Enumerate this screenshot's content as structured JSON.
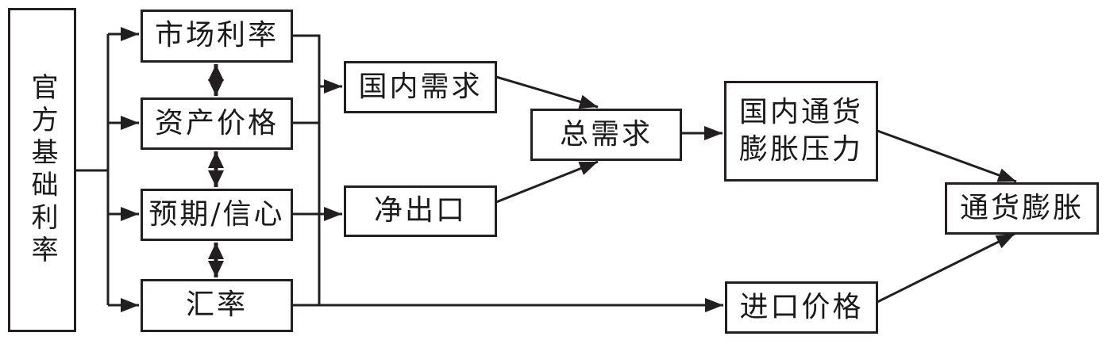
{
  "diagram": {
    "title": "monetary-policy-transmission-flowchart",
    "background_color": "#ffffff",
    "line_color": "#231f20",
    "nodes": {
      "official_base_rate": {
        "label": "官方基础利率"
      },
      "market_rate": {
        "label": "市场利率"
      },
      "asset_price": {
        "label": "资产价格"
      },
      "expectation_confidence": {
        "label": "预期/信心"
      },
      "exchange_rate": {
        "label": "汇率"
      },
      "domestic_demand": {
        "label": "国内需求"
      },
      "net_export": {
        "label": "净出口"
      },
      "aggregate_demand": {
        "label": "总需求"
      },
      "domestic_inflation_pressure": {
        "label": "国内通货\n膨胀压力"
      },
      "import_price": {
        "label": "进口价格"
      },
      "inflation": {
        "label": "通货膨胀"
      }
    },
    "edges": [
      {
        "from": "official_base_rate",
        "to": "market_rate",
        "type": "arrow"
      },
      {
        "from": "official_base_rate",
        "to": "asset_price",
        "type": "arrow"
      },
      {
        "from": "official_base_rate",
        "to": "expectation_confidence",
        "type": "arrow"
      },
      {
        "from": "official_base_rate",
        "to": "exchange_rate",
        "type": "arrow"
      },
      {
        "from": "market_rate",
        "to": "asset_price",
        "type": "double-arrow"
      },
      {
        "from": "asset_price",
        "to": "expectation_confidence",
        "type": "double-arrow"
      },
      {
        "from": "expectation_confidence",
        "to": "exchange_rate",
        "type": "double-arrow"
      },
      {
        "from": "market_rate",
        "to": "domestic_demand",
        "type": "arrow"
      },
      {
        "from": "asset_price",
        "to": "domestic_demand",
        "type": "arrow"
      },
      {
        "from": "expectation_confidence",
        "to": "net_export",
        "type": "arrow"
      },
      {
        "from": "domestic_demand",
        "to": "aggregate_demand",
        "type": "arrow"
      },
      {
        "from": "net_export",
        "to": "aggregate_demand",
        "type": "arrow"
      },
      {
        "from": "aggregate_demand",
        "to": "domestic_inflation_pressure",
        "type": "arrow"
      },
      {
        "from": "exchange_rate",
        "to": "import_price",
        "type": "arrow"
      },
      {
        "from": "domestic_inflation_pressure",
        "to": "inflation",
        "type": "arrow"
      },
      {
        "from": "import_price",
        "to": "inflation",
        "type": "arrow"
      }
    ]
  }
}
